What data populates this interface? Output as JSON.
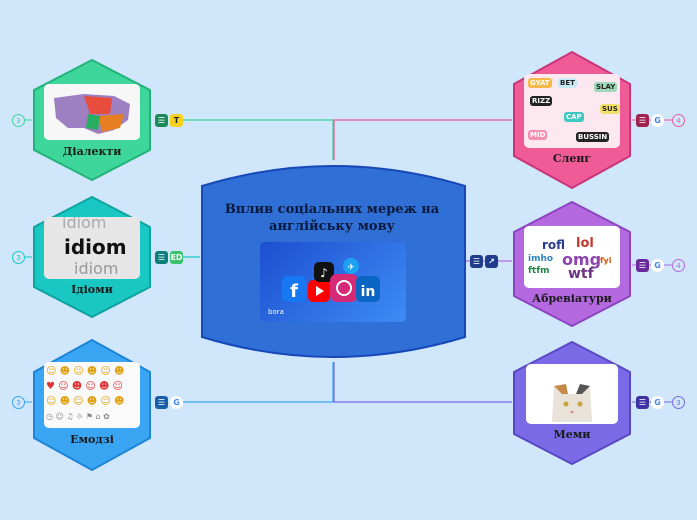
{
  "center": {
    "title": "Вплив соціальних мереж на англійську мову",
    "color": "#2f6fd6",
    "image_caption": "bora"
  },
  "nodes": [
    {
      "id": "dialects",
      "label": "Діалекти",
      "color": "#3ed69a",
      "badge": "3",
      "badge_color": "#3ed69a"
    },
    {
      "id": "idioms",
      "label": "Ідіоми",
      "color": "#19c8c2",
      "badge": "3",
      "badge_color": "#19c8c2",
      "image_words": [
        "idiom",
        "idiom",
        "idiom"
      ]
    },
    {
      "id": "emoji",
      "label": "Емодзі",
      "color": "#3aa6f3",
      "badge": "3",
      "badge_color": "#3aa6f3"
    },
    {
      "id": "slang",
      "label": "Сленг",
      "color": "#ee5b96",
      "badge": "4",
      "badge_color": "#ee5b96",
      "image_words": [
        "GYAT",
        "RIZZ",
        "MID",
        "SLAY",
        "CAP",
        "BET",
        "SUS",
        "BUSSIN"
      ]
    },
    {
      "id": "abbr",
      "label": "Абревіатури",
      "color": "#b469e0",
      "badge": "4",
      "badge_color": "#b469e0",
      "image_words": [
        "rofl",
        "lol",
        "omg",
        "wtf",
        "imho",
        "ftfm",
        "fyi"
      ]
    },
    {
      "id": "memes",
      "label": "Меми",
      "color": "#7a6ae6",
      "badge": "3",
      "badge_color": "#7a6ae6"
    }
  ],
  "icons": {
    "dialects": [
      "list-icon",
      "text-icon"
    ],
    "idioms": [
      "list-icon",
      "ed-icon"
    ],
    "emoji": [
      "list-icon",
      "google-icon"
    ],
    "center": [
      "list-icon",
      "external-link-icon"
    ],
    "slang": [
      "list-icon",
      "google-icon"
    ],
    "abbr": [
      "list-icon",
      "google-icon"
    ],
    "memes": [
      "list-icon",
      "google-icon"
    ]
  },
  "icon_text": {
    "text": "T",
    "ed": "ED",
    "google": "G"
  }
}
